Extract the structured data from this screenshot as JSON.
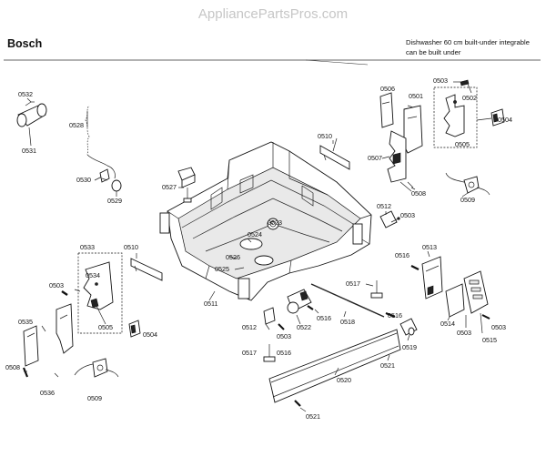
{
  "watermark": "AppliancePartsPros.com",
  "brand": "Bosch",
  "description_line1": "Dishwasher 60 cm built-under integrable",
  "description_line2": "can be built under",
  "labels": {
    "l0503a": "0503",
    "l0506": "0506",
    "l0501": "0501",
    "l0502": "0502",
    "l0504a": "0504",
    "l0505a": "0505",
    "l0507": "0507",
    "l0508a": "0508",
    "l0509a": "0509",
    "l0532": "0532",
    "l0531": "0531",
    "l0528": "0528",
    "l0530": "0530",
    "l0529": "0529",
    "l0510a": "0510",
    "l0527": "0527",
    "l0512a": "0512",
    "l0503b": "0503",
    "l0523": "0523",
    "l0524": "0524",
    "l0526": "0526",
    "l0525": "0525",
    "l0511": "0511",
    "l0533": "0533",
    "l0510b": "0510",
    "l0503c": "0503",
    "l0534": "0534",
    "l0505b": "0505",
    "l0504b": "0504",
    "l0535": "0535",
    "l0508b": "0508",
    "l0536": "0536",
    "l0509b": "0509",
    "l0516a": "0516",
    "l0513": "0513",
    "l0517a": "0517",
    "l0516b": "0516",
    "l0518": "0518",
    "l0516c": "0516",
    "l0514": "0514",
    "l0503d": "0503",
    "l0503e": "0503",
    "l0515": "0515",
    "l0512b": "0512",
    "l0503f": "0503",
    "l0522": "0522",
    "l0519": "0519",
    "l0517b": "0517",
    "l0516d": "0516",
    "l0521a": "0521",
    "l0520": "0520",
    "l0521b": "0521"
  }
}
